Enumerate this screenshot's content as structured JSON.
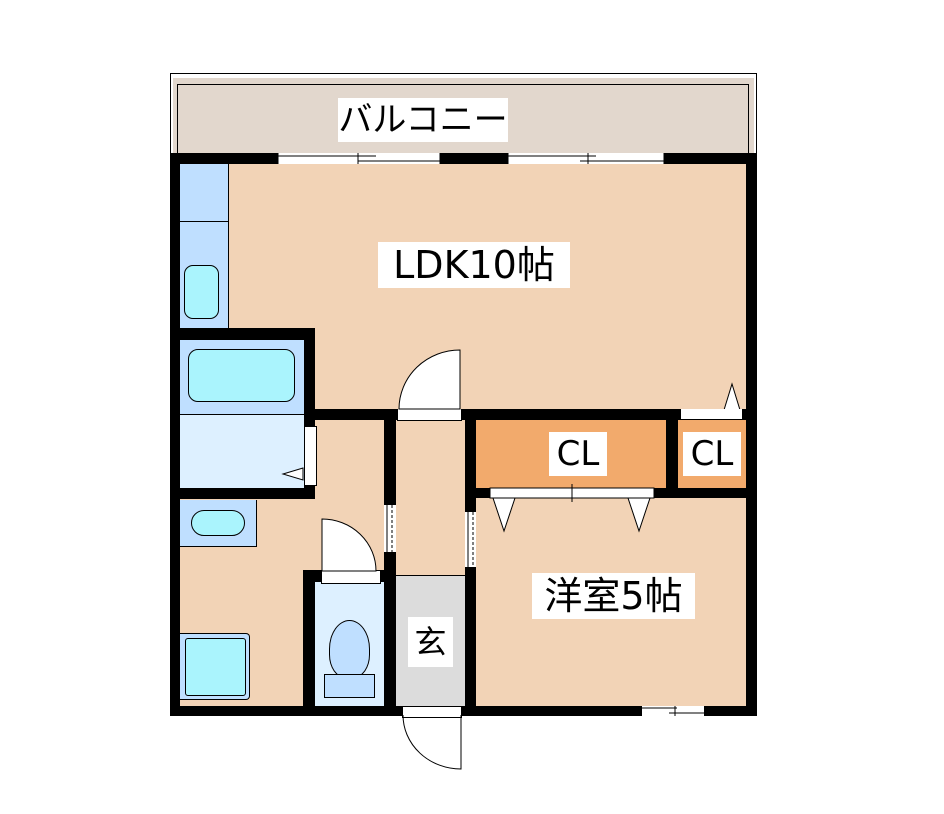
{
  "floorplan": {
    "balcony": {
      "label": "バルコニー"
    },
    "ldk": {
      "label": "LDK10帖"
    },
    "closet_large": {
      "label": "CL"
    },
    "closet_small": {
      "label": "CL"
    },
    "western_room": {
      "label": "洋室5帖"
    },
    "entrance": {
      "label": "玄"
    }
  },
  "colors": {
    "floor": "#f2d3b6",
    "wall": "#000000",
    "balcony": "#e2d7cd",
    "closet": "#f2aa6c",
    "wet_area": "#bfdfff",
    "wet_area_light": "#ddf0ff",
    "fixture": "#aaf4fd",
    "entrance_floor": "#dcdcdc"
  }
}
